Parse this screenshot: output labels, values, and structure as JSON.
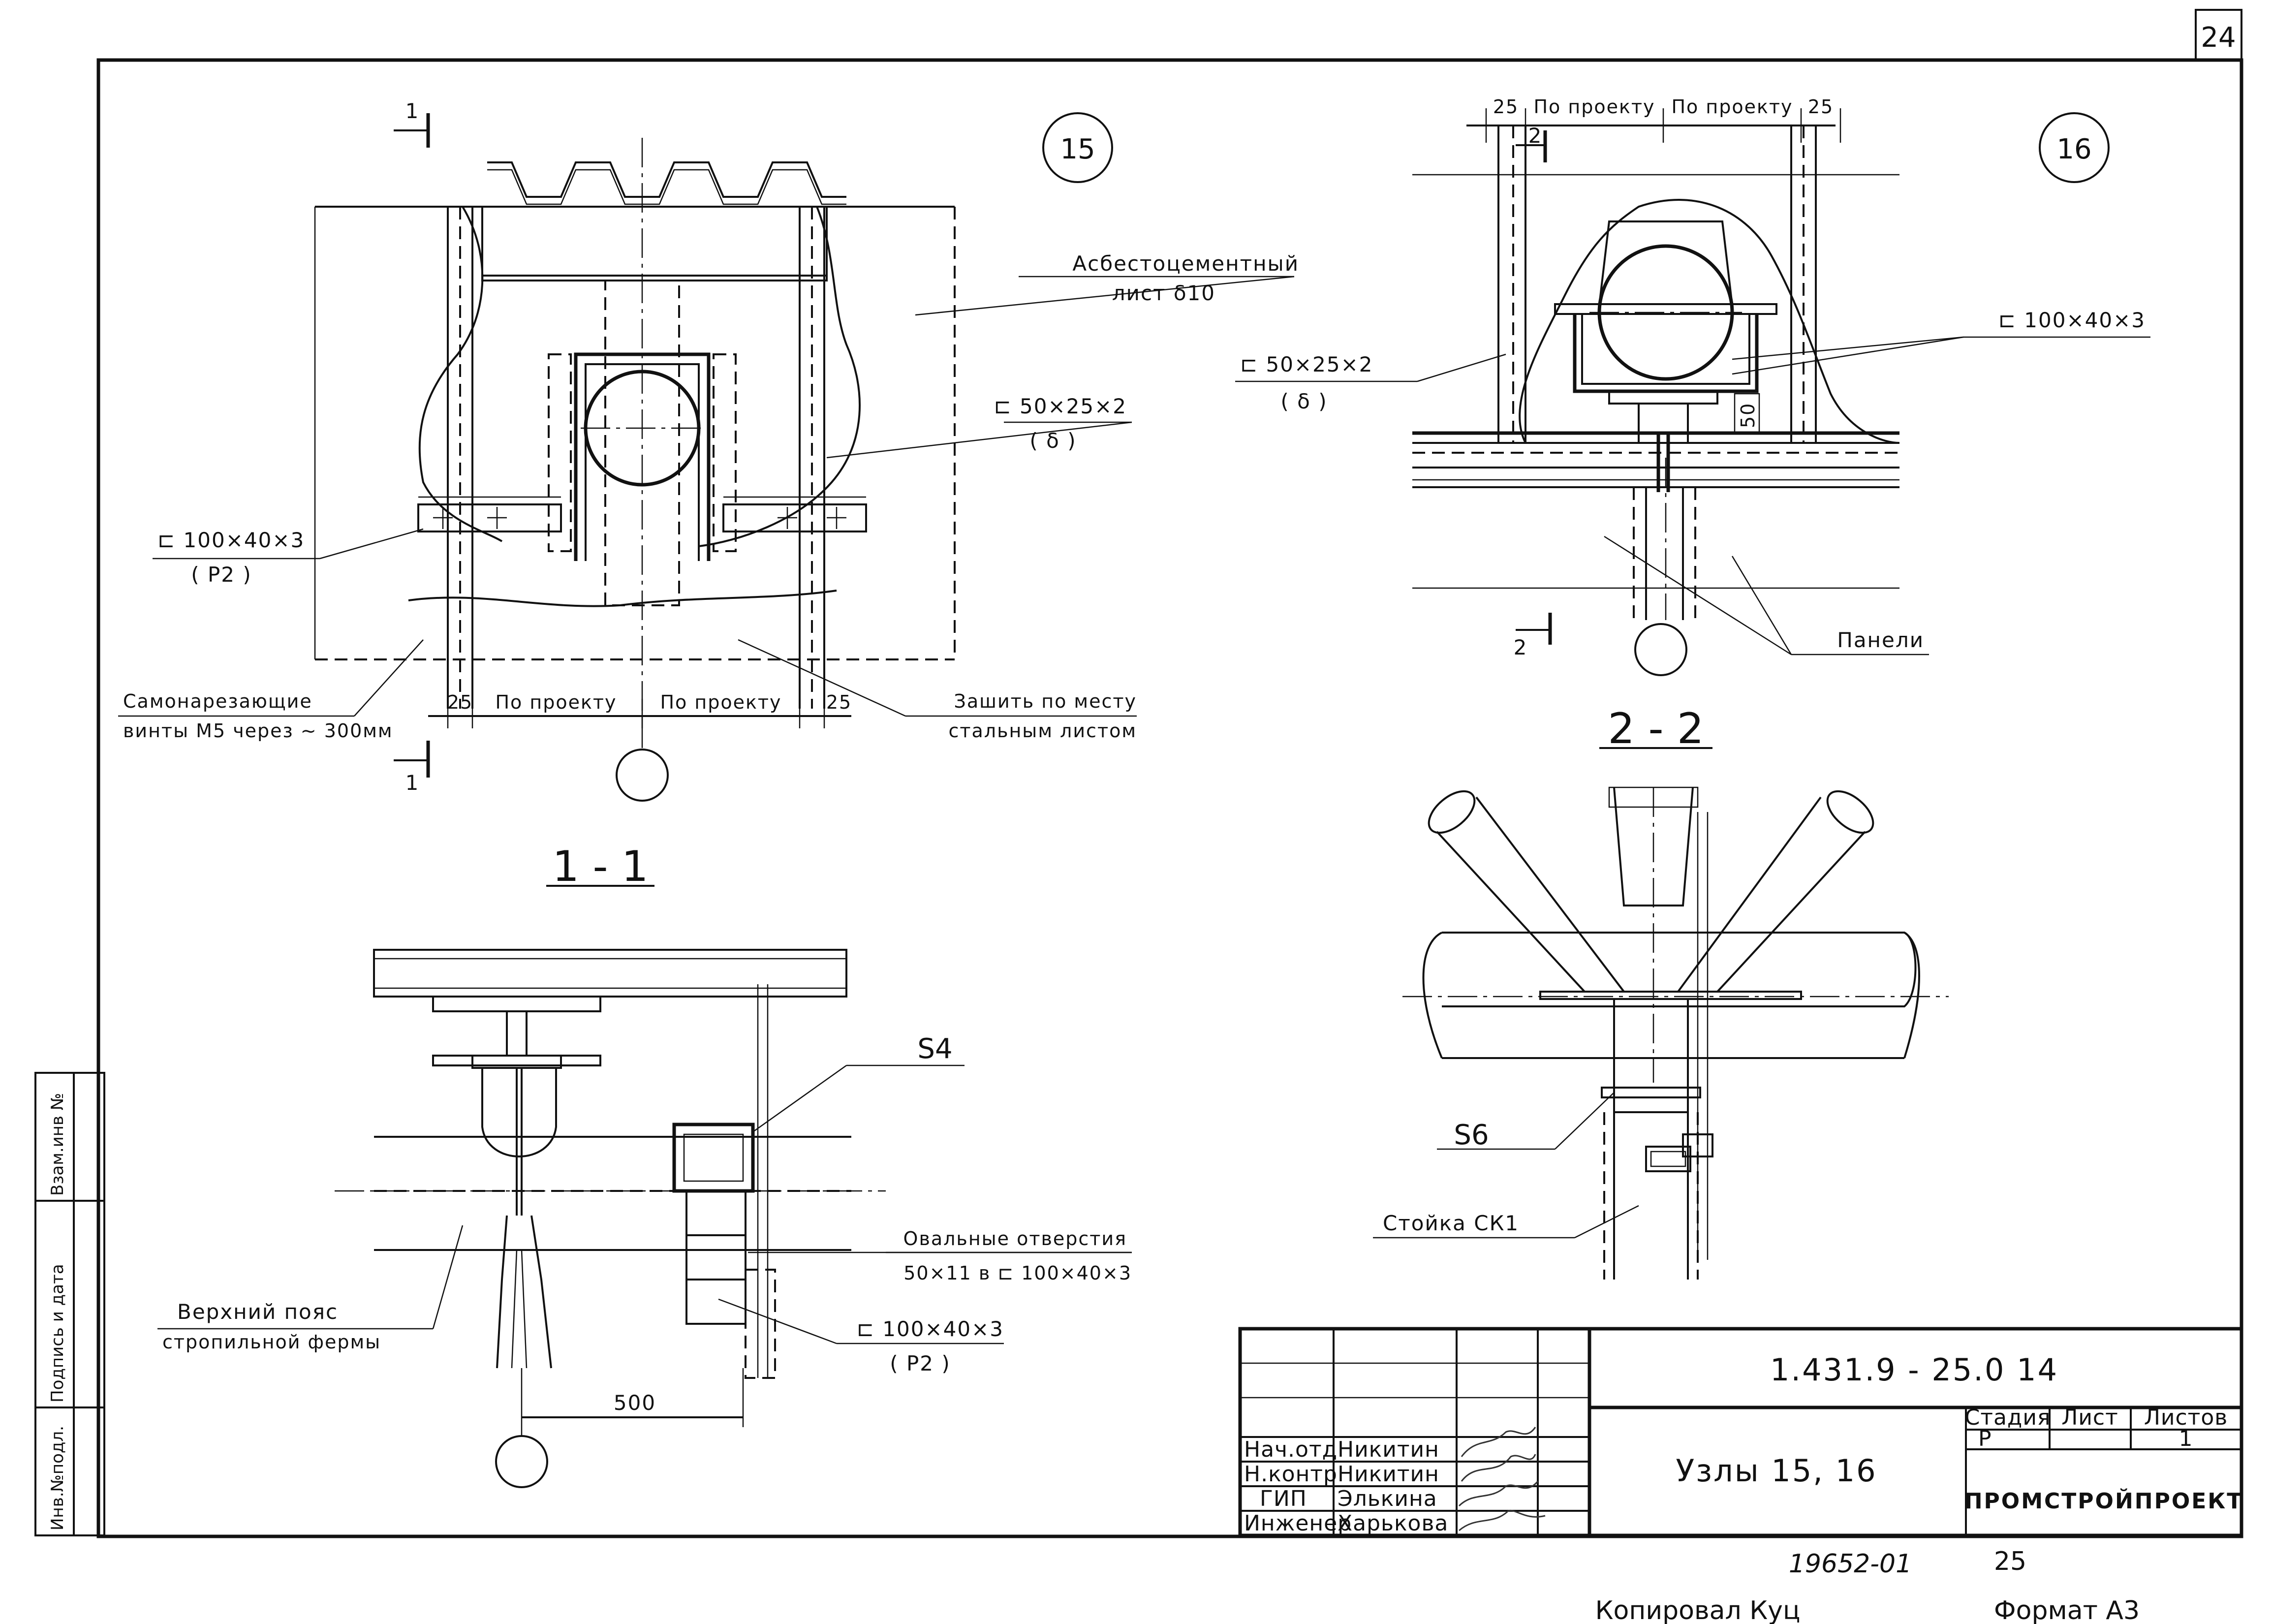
{
  "sheet_number": "24",
  "node15": {
    "number": "15",
    "cut_top": "1",
    "cut_bottom": "1",
    "label_asbestos_1": "Асбестоцементный",
    "label_asbestos_2": "лист δ10",
    "label_profile": "⊏ 50×25×2",
    "label_profile_sub": "( δ )",
    "label_channel": "⊏ 100×40×3",
    "label_channel_sub": "( Р2 )",
    "label_screws_1": "Самонарезающие",
    "label_screws_2": "винты М5 через ~ 300мм",
    "label_sew_1": "Зашить по месту",
    "label_sew_2": "стальным листом",
    "dim_left": "25",
    "dim_mid_left": "По проекту",
    "dim_mid_right": "По проекту",
    "dim_right": "25"
  },
  "node16": {
    "number": "16",
    "dim_left": "25",
    "dim_mid_left": "По проекту",
    "dim_mid_right": "По проекту",
    "dim_right": "25",
    "cut_top": "2",
    "cut_bottom": "2",
    "label_channel": "⊏ 100×40×3",
    "label_profile": "⊏ 50×25×2",
    "label_profile_sub": "( δ )",
    "dim_50": "50",
    "label_panels": "Панели"
  },
  "section11": {
    "title": "1 - 1",
    "label_s4": "S4",
    "label_oval_1": "Овальные отверстия",
    "label_oval_2": "50×11 в ⊏ 100×40×3",
    "label_chord_1": "Верхний пояс",
    "label_chord_2": "стропильной фермы",
    "label_channel": "⊏ 100×40×3",
    "label_channel_sub": "( Р2 )",
    "dim_500": "500"
  },
  "section22": {
    "title": "2 - 2",
    "label_s6": "S6",
    "label_post": "Стойка СК1"
  },
  "title_block": {
    "code": "1.431.9 - 25.0 14",
    "name": "Узлы 15, 16",
    "stage_header": "Стадия",
    "sheet_header": "Лист",
    "sheets_header": "Листов",
    "stage": "Р",
    "sheet": "",
    "sheets": "1",
    "org": "ПРОМСТРОЙПРОЕКТ",
    "rows": [
      {
        "role": "Нач.отд",
        "name": "Никитин"
      },
      {
        "role": "Н.контр",
        "name": "Никитин"
      },
      {
        "role": "ГИП",
        "name": "Элькина"
      },
      {
        "role": "Инженер",
        "name": "Харькова"
      }
    ]
  },
  "side_strip": {
    "inv_podl": "Инв.№подл.",
    "podpis": "Подпись и дата",
    "vzam": "Взам.инв №"
  },
  "footer": {
    "archive_no": "19652-01",
    "page": "25",
    "copied": "Копировал Куц",
    "format": "Формат А3"
  }
}
